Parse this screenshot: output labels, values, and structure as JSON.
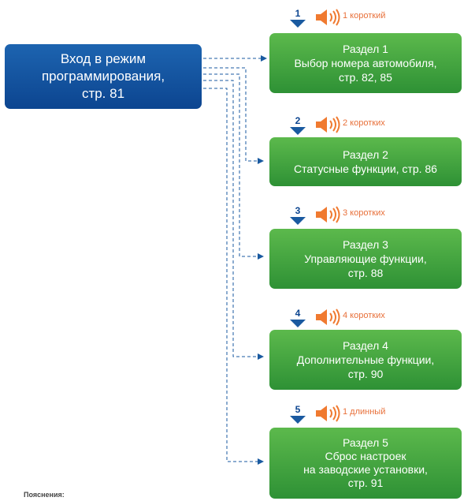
{
  "entry": {
    "line1": "Вход в режим",
    "line2": "программирования,",
    "line3": "стр. 81"
  },
  "sections": [
    {
      "number": "1",
      "beep": "1 короткий",
      "lines": [
        "Раздел 1",
        "Выбор номера автомобиля,",
        "стр. 82, 85"
      ]
    },
    {
      "number": "2",
      "beep": "2 коротких",
      "lines": [
        "Раздел 2",
        "Статусные функции, стр. 86"
      ]
    },
    {
      "number": "3",
      "beep": "3 коротких",
      "lines": [
        "Раздел 3",
        "Управляющие функции,",
        "стр. 88"
      ]
    },
    {
      "number": "4",
      "beep": "4 коротких",
      "lines": [
        "Раздел 4",
        "Дополнительные функции,",
        "стр. 90"
      ]
    },
    {
      "number": "5",
      "beep": "1 длинный",
      "lines": [
        "Раздел 5",
        "Сброс настроек",
        "на заводские установки,",
        "стр. 91"
      ]
    }
  ],
  "footnote": "Пояснения:",
  "colors": {
    "entry_blue": "#0c4590",
    "section_green": "#3aa040",
    "arrow_blue": "#1a5aa0",
    "beep_orange": "#e8703a",
    "speaker_orange": "#f07a30"
  },
  "icons": {
    "step_arrow": "down-arrow-icon",
    "beep": "speaker-icon"
  }
}
